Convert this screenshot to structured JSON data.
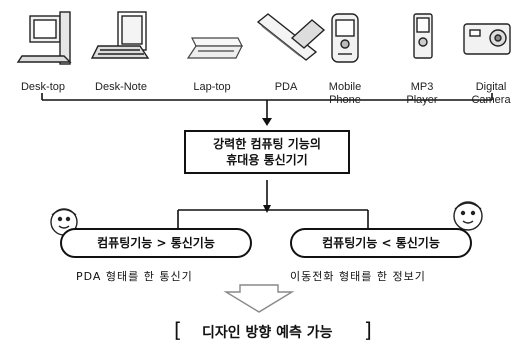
{
  "devices": [
    {
      "label": "Desk-top",
      "icon": "desktop-computer-icon"
    },
    {
      "label": "Desk-Note",
      "icon": "desk-note-computer-icon"
    },
    {
      "label": "Lap-top",
      "icon": "laptop-icon"
    },
    {
      "label": "PDA",
      "icon": "pda-icon"
    },
    {
      "label": "Mobile\nPhone",
      "icon": "mobile-phone-icon"
    },
    {
      "label": "MP3\nPlayer",
      "icon": "mp3-player-icon"
    },
    {
      "label": "Digital\nCamera",
      "icon": "digital-camera-icon"
    }
  ],
  "center_box": {
    "line1": "강력한 컴퓨팅 기능의",
    "line2": "휴대용 통신기기"
  },
  "left_branch": {
    "pill": "컴퓨팅기능 > 통신기능",
    "caption": "PDA 형태를 한 통신기",
    "icon": "person-face-icon"
  },
  "right_branch": {
    "pill": "컴퓨팅기능 < 통신기능",
    "caption": "이동전화 형태를 한 정보기",
    "icon": "person-face-icon"
  },
  "conclusion": {
    "open": "[",
    "text": "디자인 방향 예측 가능",
    "close": "]"
  }
}
